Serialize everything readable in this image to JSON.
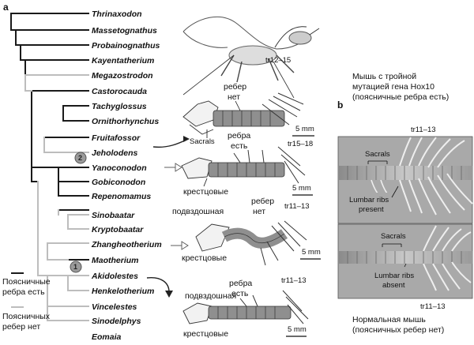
{
  "panels": {
    "a": "a",
    "b": "b"
  },
  "taxa": [
    "Thrinaxodon",
    "Massetognathus",
    "Probainognathus",
    "Kayentatherium",
    "Megazostrodon",
    "Castorocauda",
    "Tachyglossus",
    "Ornithorhynchus",
    "Fruitafossor",
    "Jeholodens",
    "Yanoconodon",
    "Gobiconodon",
    "Repenomamus",
    "Sinobaatar",
    "Kryptobaatar",
    "Zhangheotherium",
    "Maotherium",
    "Akidolestes",
    "Henkelotherium",
    "Vincelestes",
    "Sinodelphys",
    "Eomaia"
  ],
  "nodes": {
    "n1": "1",
    "n2": "2"
  },
  "legend": {
    "ribs_present_line1": "Поясничные",
    "ribs_present_line2": "ребра есть",
    "ribs_absent_line1": "Поясничных",
    "ribs_absent_line2": "ребер нет",
    "color_present": "#1a1a1a",
    "color_absent": "#bdbdbd"
  },
  "fossil_labels": {
    "tr12_15": "tr12–15",
    "ribs_none_1": "ребер",
    "ribs_none_2": "нет",
    "sacrals": "Sacrals",
    "scale_5mm": "5 mm",
    "ribs_yes_1": "ребра",
    "ribs_yes_2": "есть",
    "tr15_18": "tr15–18",
    "sacral_ru": "крестцовые",
    "ilium_ru": "подвздошная",
    "tr11_13": "tr11–13",
    "ribs_none2_1": "ребер",
    "ribs_none2_2": "нет",
    "sacral_ru_2": "крестцовые",
    "scale_5mm_2": "5 mm",
    "scale_5mm_3": "5 mm",
    "ilium_ru_2": "подвздошная",
    "ribs_yes2_1": "ребра",
    "ribs_yes2_2": "есть",
    "tr11_13_b": "tr11–13",
    "sacral_ru_3": "крестцовые",
    "scale_5mm_4": "5 mm"
  },
  "panel_b": {
    "title_line1": "Мышь с тройной",
    "title_line2": "мутацией гена Hox10",
    "title_line3": "(поясничные ребра есть)",
    "tr_top": "tr11–13",
    "sacrals_top": "Sacrals",
    "lumbar_present_1": "Lumbar ribs",
    "lumbar_present_2": "present",
    "sacrals_bottom": "Sacrals",
    "lumbar_absent_1": "Lumbar ribs",
    "lumbar_absent_2": "absent",
    "tr_bottom": "tr11–13",
    "caption_line1": "Нормальная мышь",
    "caption_line2": "(поясничных ребер нет)"
  }
}
